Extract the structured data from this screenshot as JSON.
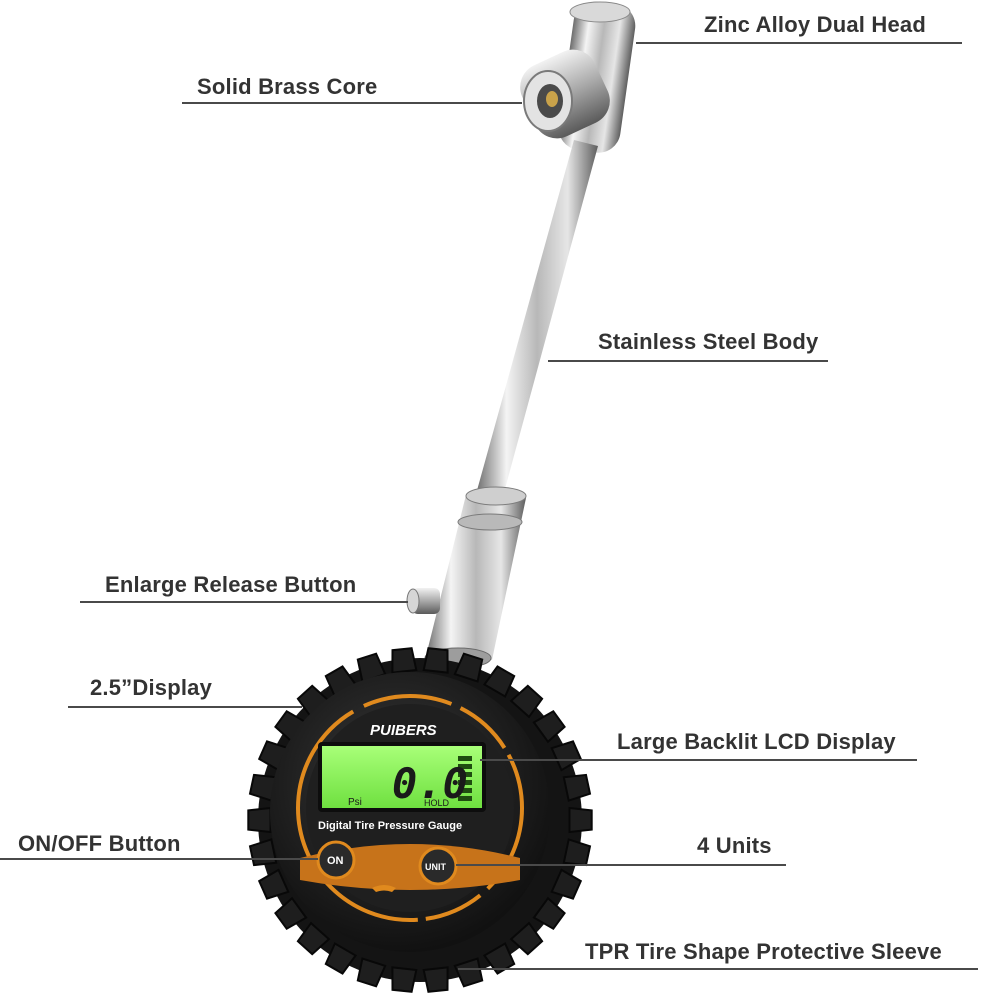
{
  "callouts": {
    "zinc_head": "Zinc Alloy Dual Head",
    "brass_core": "Solid Brass Core",
    "steel_body": "Stainless Steel Body",
    "release_button": "Enlarge Release Button",
    "display_size": "2.5”Display",
    "lcd": "Large Backlit LCD Display",
    "on_off": "ON/OFF Button",
    "units": "4 Units",
    "sleeve": "TPR Tire Shape Protective Sleeve"
  },
  "gauge": {
    "brand": "PUIBERS",
    "reading": "0.0",
    "unit": "Psi",
    "hold": "HOLD",
    "caption": "Digital Tire Pressure Gauge",
    "on_button": "ON",
    "unit_button": "UNIT"
  },
  "colors": {
    "accent_orange": "#e08a1e",
    "lcd_green": "#8ef55a",
    "rubber": "#1c1c1c",
    "chrome": "#c9c9c9"
  }
}
